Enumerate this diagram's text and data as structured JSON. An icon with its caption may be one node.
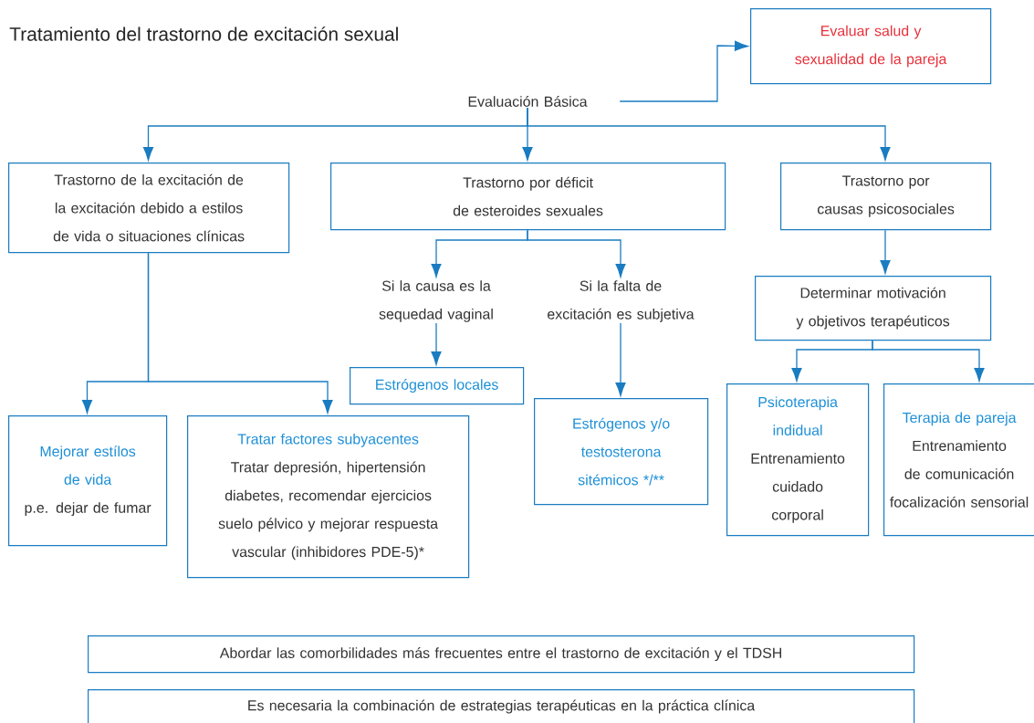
{
  "diagram": {
    "title": "Tratamiento del trastorno de excitación sexual",
    "nodes": [
      {
        "text": [
          "Evaluar salud y sexualidad de la pareja"
        ]
      },
      {
        "text": [
          "Evaluación Básica"
        ]
      },
      {
        "text": [
          "Trastorno de la excitación de la excitación debido a estilos de vida o situaciones clínicas"
        ]
      },
      {
        "text": [
          "Trastorno por déficit de esteroides sexuales"
        ]
      },
      {
        "text": [
          "Trastorno por causas psicosociales"
        ]
      },
      {
        "text": [
          "Si la causa es la sequedad vaginal"
        ]
      },
      {
        "text": [
          "Si la falta de excitación es subjetiva"
        ]
      },
      {
        "text": [
          "Estrógenos locales"
        ]
      },
      {
        "text": [
          "Estrógenos y/o testosterona sitémicos */**"
        ]
      },
      {
        "text": [
          "Determinar motivación y objetivos terapéuticos"
        ]
      },
      {
        "text": [
          "Mejorar estílos de vida",
          "p.e. dejar de fumar"
        ]
      },
      {
        "text": [
          "Tratar factores subyacentes",
          "Tratar depresión, hipertensión diabetes, recomendar ejercicios suelo pélvico y mejorar respuesta vascular (inhibidores PDE-5)*"
        ]
      },
      {
        "text": [
          "Psicoterapia indidual",
          "Entrenamiento cuidado corporal"
        ]
      },
      {
        "text": [
          "Terapia de pareja",
          "Entrenamiento de comunicación focalización sensorial"
        ]
      },
      {
        "text": [
          "Abordar las comorbilidades más frecuentes entre el trastorno de excitación y el TDSH"
        ]
      },
      {
        "text": [
          "Es necesaria la combinación de estrategias terapéuticas en la práctica clínica"
        ]
      }
    ],
    "edges": [
      {
        "from": 1,
        "to": 0,
        "arrow": "to"
      },
      {
        "from": 1,
        "to": 2,
        "arrow": "to"
      },
      {
        "from": 1,
        "to": 3,
        "arrow": "to"
      },
      {
        "from": 1,
        "to": 4,
        "arrow": "to"
      },
      {
        "from": 3,
        "to": 5,
        "arrow": "to"
      },
      {
        "from": 3,
        "to": 6,
        "arrow": "to"
      },
      {
        "from": 2,
        "to": 10,
        "arrow": "to"
      },
      {
        "from": 2,
        "to": 11,
        "arrow": "to"
      },
      {
        "from": 5,
        "to": 7,
        "arrow": "to"
      },
      {
        "from": 6,
        "to": 8,
        "arrow": "to"
      },
      {
        "from": 4,
        "to": 9,
        "arrow": "to"
      },
      {
        "from": 9,
        "to": 12,
        "arrow": "to"
      },
      {
        "from": 9,
        "to": 13,
        "arrow": "to"
      }
    ]
  }
}
